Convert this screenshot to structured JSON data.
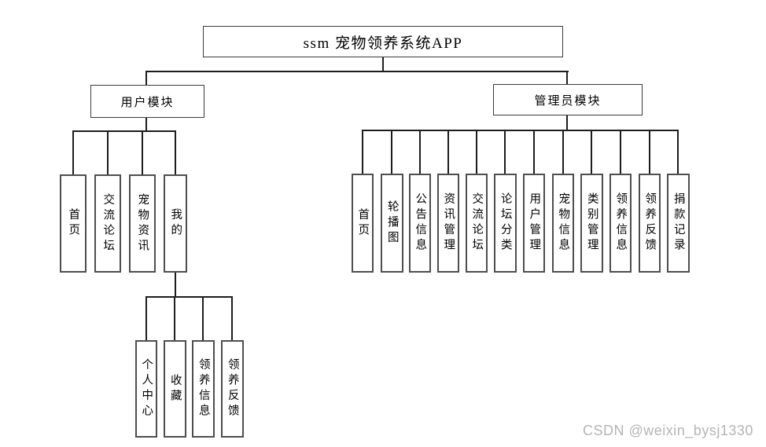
{
  "diagram": {
    "title": "ssm 宠物领养系统APP",
    "user_module": {
      "label": "用户模块",
      "children": [
        {
          "label": "首页"
        },
        {
          "label": "交流论坛"
        },
        {
          "label": "宠物资讯"
        },
        {
          "label": "我的",
          "children": [
            {
              "label": "个人中心"
            },
            {
              "label": "收藏"
            },
            {
              "label": "领养信息"
            },
            {
              "label": "领养反馈"
            }
          ]
        }
      ]
    },
    "admin_module": {
      "label": "管理员模块",
      "children": [
        {
          "label": "首页"
        },
        {
          "label": "轮播图"
        },
        {
          "label": "公告信息"
        },
        {
          "label": "资讯管理"
        },
        {
          "label": "交流论坛"
        },
        {
          "label": "论坛分类"
        },
        {
          "label": "用户管理"
        },
        {
          "label": "宠物信息"
        },
        {
          "label": "类别管理"
        },
        {
          "label": "领养信息"
        },
        {
          "label": "领养反馈"
        },
        {
          "label": "捐款记录"
        }
      ]
    }
  },
  "watermark": {
    "text": "CSDN @weixin_bysj1330"
  },
  "colors": {
    "background": "#ffffff",
    "connector": "#1d1d1d",
    "box_border": "#4e4e4e",
    "text": "#000000",
    "watermark": "#b5b5b5"
  }
}
